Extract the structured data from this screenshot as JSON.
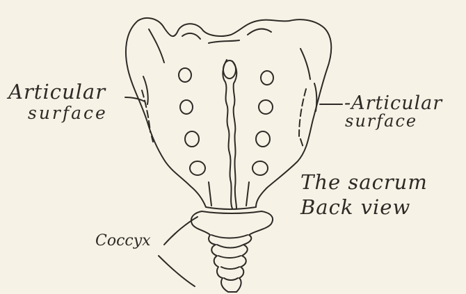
{
  "labels": {
    "articular_left_line1": "Articular",
    "articular_left_line2": "surface",
    "articular_right_line1": "-Articular",
    "articular_right_line2": "surface",
    "title_line1": "The sacrum",
    "title_line2": "Back view",
    "coccyx": "Coccyx"
  },
  "colors": {
    "ink": "#2d2a26",
    "paper": "#f6f2e6"
  }
}
